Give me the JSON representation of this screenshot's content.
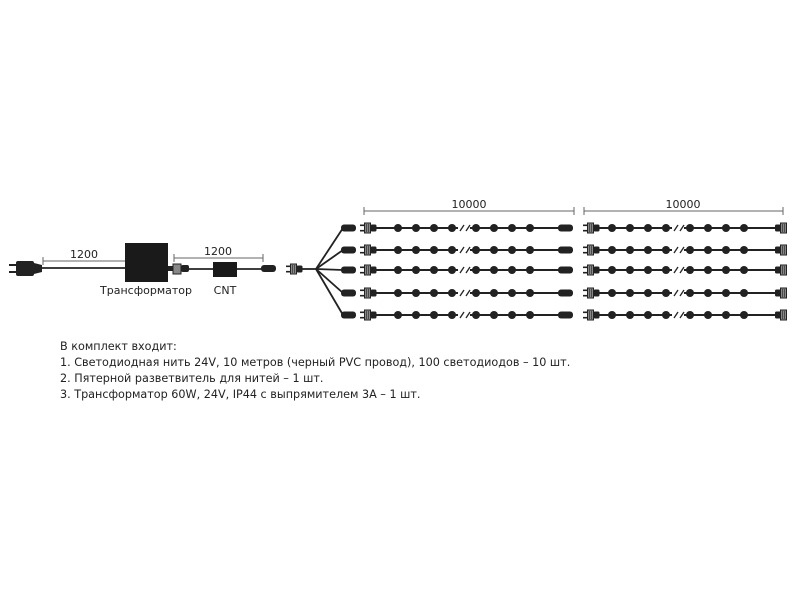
{
  "diagram": {
    "power_cable_length": "1200",
    "cnt_cable_length": "1200",
    "transformer_label": "Трансформатор",
    "cnt_label": "CNT",
    "string1_length": "10000",
    "string2_length": "10000",
    "splitter_outputs": 5,
    "strings_per_output": 2
  },
  "kit": {
    "title": "В комплект входит:",
    "items": [
      "1. Светодиодная нить 24V, 10 метров (черный PVC провод), 100 светодиодов – 10 шт.",
      "2. Пятерной разветвитель для нитей – 1 шт.",
      "3. Трансформатор 60W, 24V, IP44 с выпрямителем 3А – 1 шт."
    ]
  }
}
